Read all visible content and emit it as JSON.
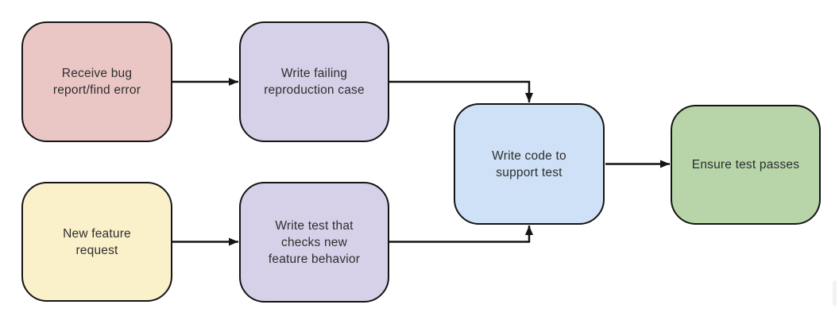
{
  "canvas": {
    "background": "#ffffff"
  },
  "colors": {
    "stroke": "#141414",
    "text": "#2e2e2e",
    "scrollbar": "#f2f2f2"
  },
  "nodes": [
    {
      "id": "receive-bug-report",
      "label": "Receive bug\nreport/find error",
      "fill": "#eac7c5"
    },
    {
      "id": "write-failing-reproduction-case",
      "label": "Write failing\nreproduction case",
      "fill": "#d6d1e8"
    },
    {
      "id": "new-feature-request",
      "label": "New feature\nrequest",
      "fill": "#faf0ca"
    },
    {
      "id": "write-test-checks-new-feature",
      "label": "Write test that\nchecks new\nfeature behavior",
      "fill": "#d6d1e8"
    },
    {
      "id": "write-code-to-support-test",
      "label": "Write code to\nsupport test",
      "fill": "#cfe1f7"
    },
    {
      "id": "ensure-test-passes",
      "label": "Ensure test passes",
      "fill": "#b7d5a9"
    }
  ],
  "edges": [
    {
      "from": "receive-bug-report",
      "to": "write-failing-reproduction-case"
    },
    {
      "from": "new-feature-request",
      "to": "write-test-checks-new-feature"
    },
    {
      "from": "write-failing-reproduction-case",
      "to": "write-code-to-support-test"
    },
    {
      "from": "write-test-checks-new-feature",
      "to": "write-code-to-support-test"
    },
    {
      "from": "write-code-to-support-test",
      "to": "ensure-test-passes"
    }
  ]
}
